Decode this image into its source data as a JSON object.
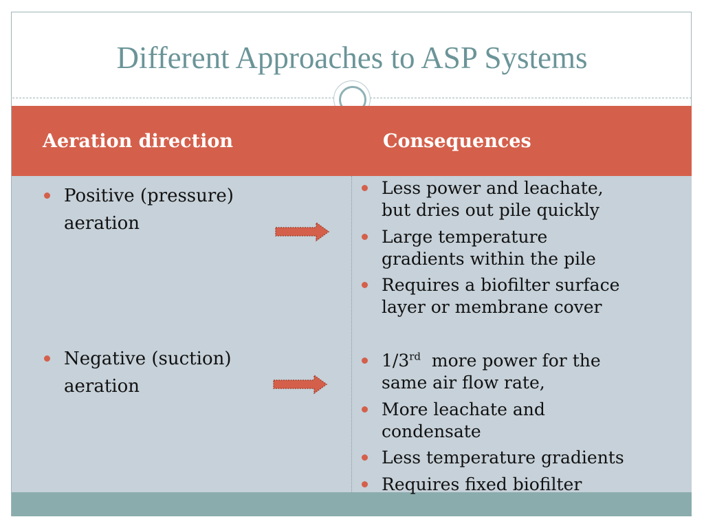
{
  "slide": {
    "title": "Different Approaches to ASP Systems"
  },
  "table": {
    "headers": {
      "left": "Aeration direction",
      "right": "Consequences"
    },
    "left_items": [
      {
        "line1": "Positive (pressure)",
        "line2": "aeration"
      },
      {
        "line1": "Negative (suction)",
        "line2": "aeration"
      }
    ],
    "positive_consequences": [
      {
        "line1": "Less power and leachate,",
        "line2": "but  dries out pile quickly"
      },
      {
        "line1": "Large temperature",
        "line2": "gradients within the pile"
      },
      {
        "line1": "Requires a biofilter surface",
        "line2": "layer or membrane cover"
      }
    ],
    "negative_consequences": [
      {
        "pre": "1/3",
        "sup": "rd",
        "post": "  more power for the",
        "line2": "same air flow rate,"
      },
      {
        "line1": "More leachate and",
        "line2": "condensate"
      },
      {
        "line1": "Less temperature gradients"
      },
      {
        "line1": "Requires fixed biofilter"
      }
    ]
  },
  "icons": {
    "arrow": "right-arrow-icon",
    "bullet": "bullet-dot-icon",
    "ring": "circle-ornament-icon"
  },
  "colors": {
    "header_band": "#d4604b",
    "body_band": "#c6d1d9",
    "footer_band": "#8aacad",
    "title_text": "#6b9498",
    "accent": "#d4604b"
  }
}
